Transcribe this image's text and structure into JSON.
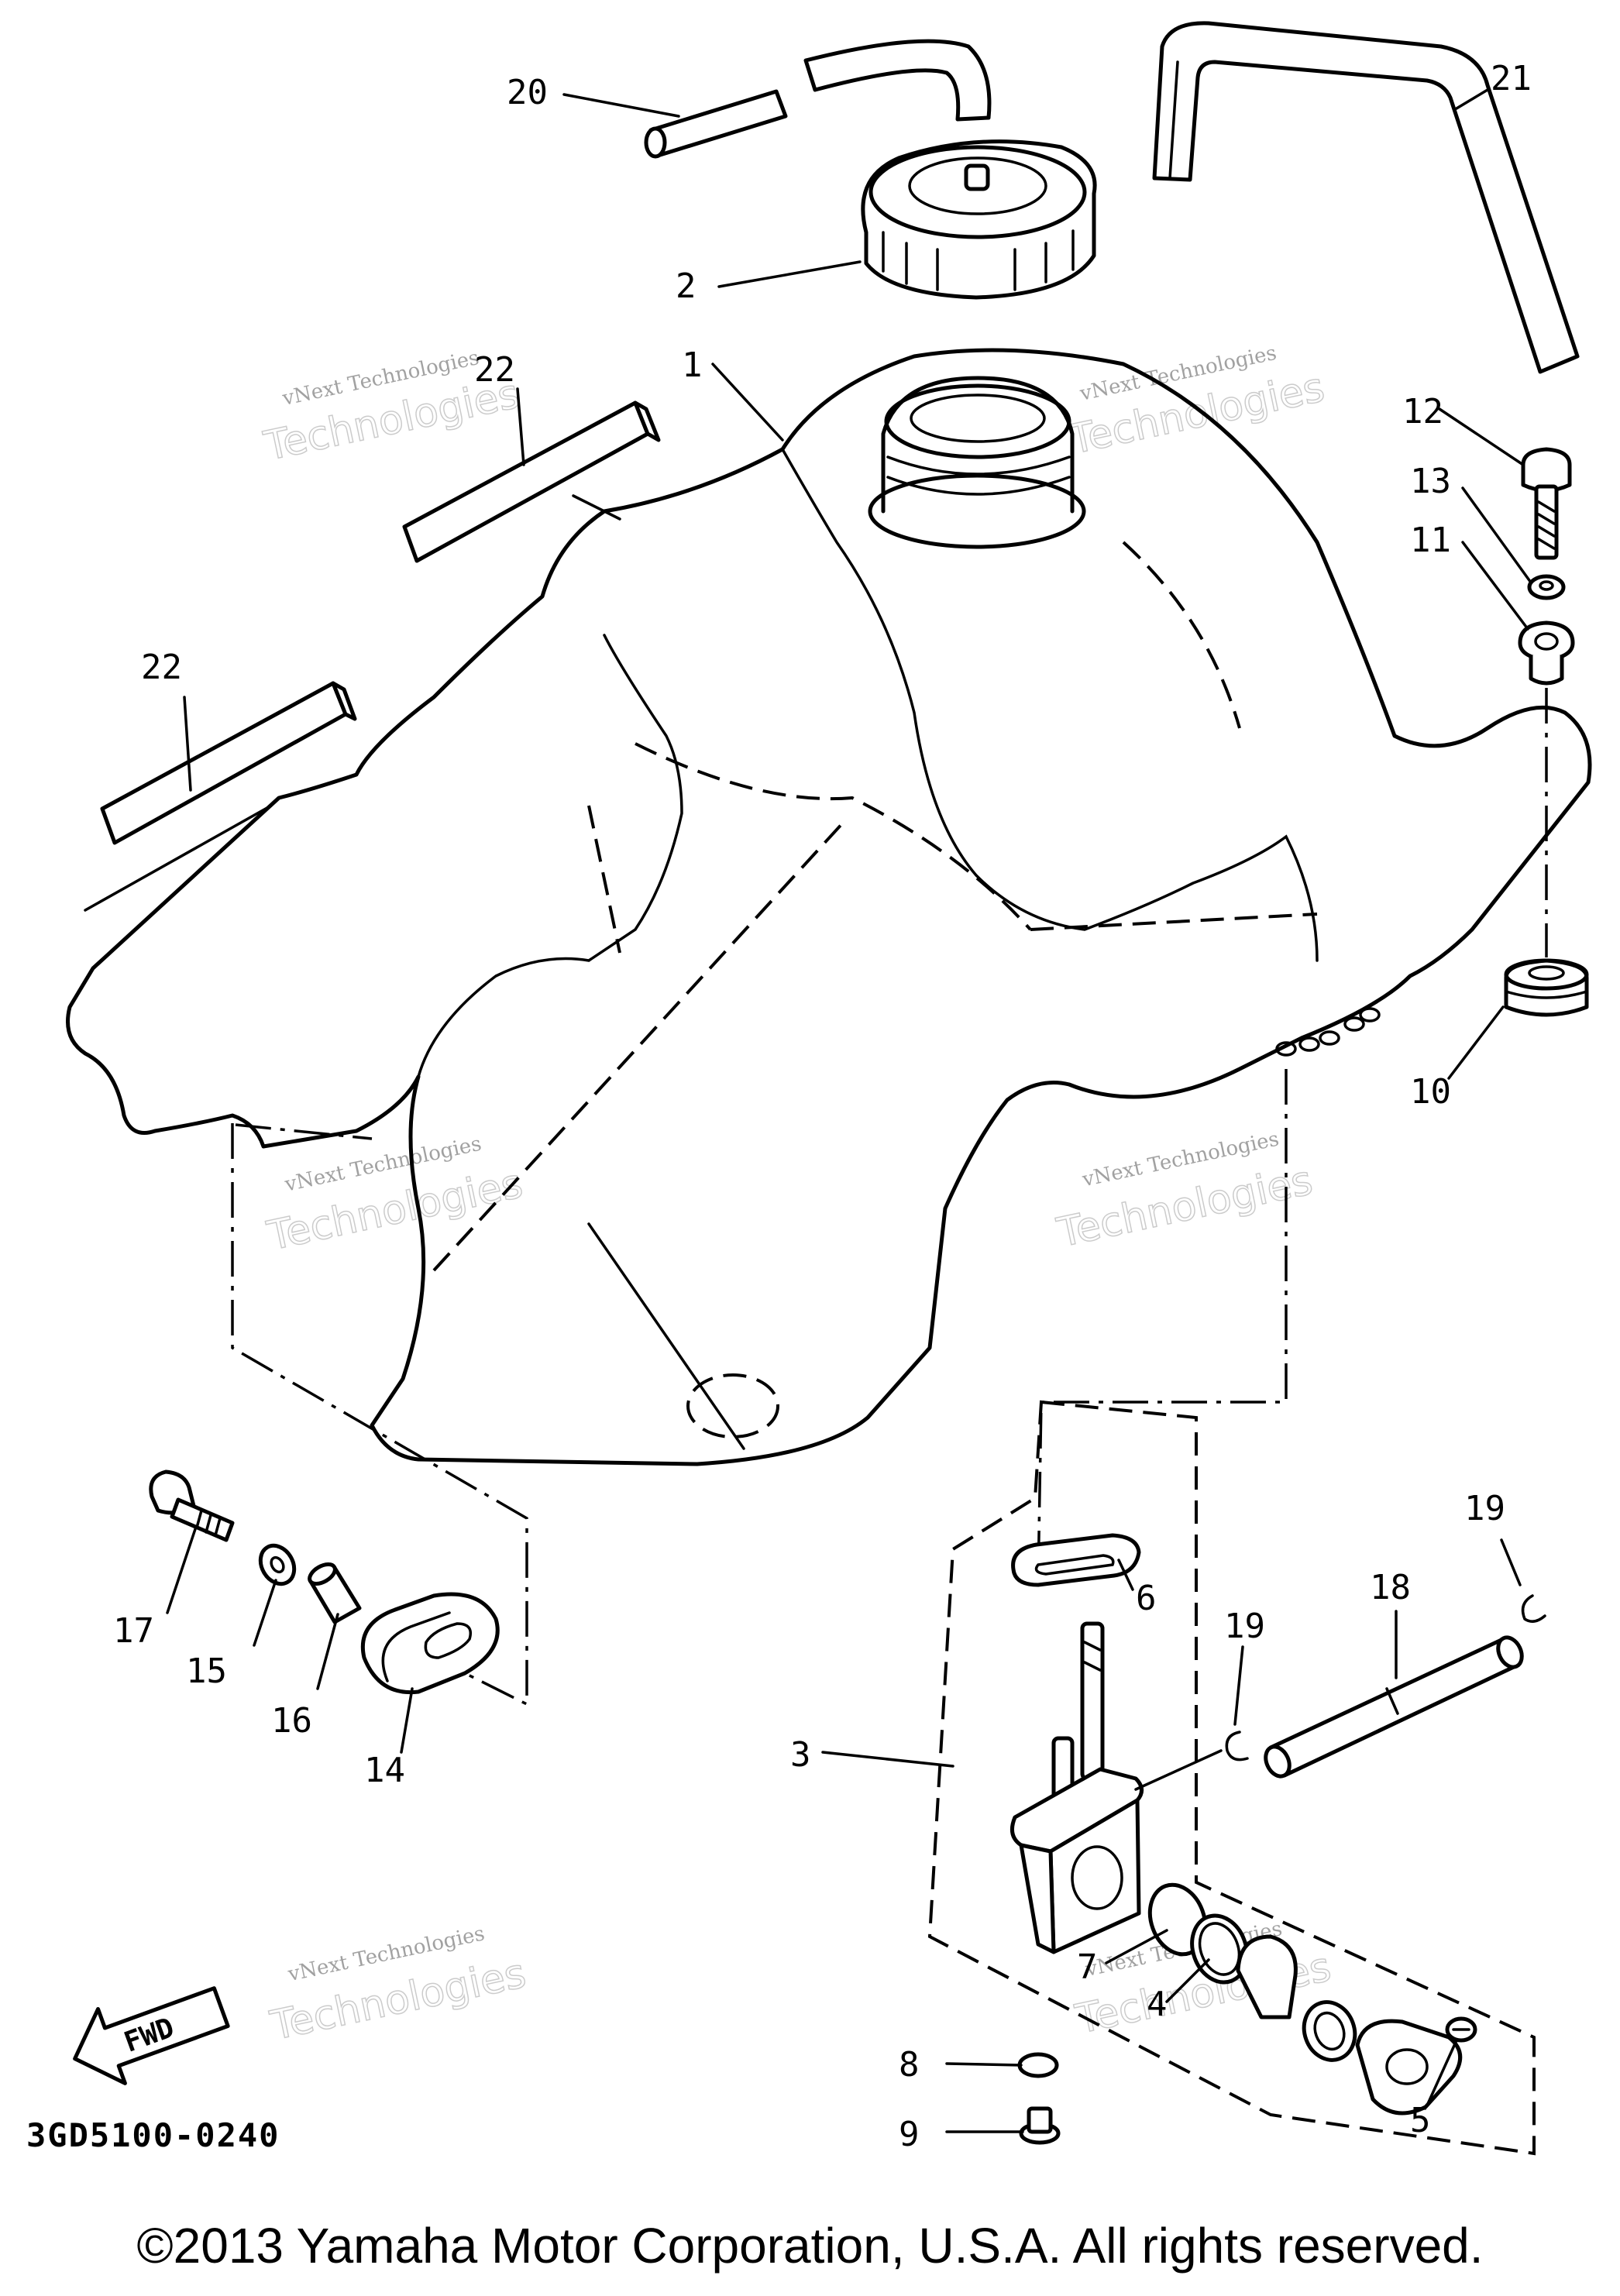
{
  "diagram": {
    "callouts": [
      "1",
      "2",
      "3",
      "4",
      "5",
      "6",
      "7",
      "8",
      "9",
      "10",
      "11",
      "12",
      "13",
      "14",
      "15",
      "16",
      "17",
      "18",
      "19",
      "19",
      "20",
      "21",
      "22",
      "22"
    ],
    "fwd_label": "FWD",
    "ref_code": "3GD5100-0240",
    "watermark_line1": "vNext Technologies",
    "watermark_line2": "vNext Technologies"
  },
  "footer": {
    "copyright": "©2013 Yamaha Motor Corporation, U.S.A. All rights reserved."
  }
}
